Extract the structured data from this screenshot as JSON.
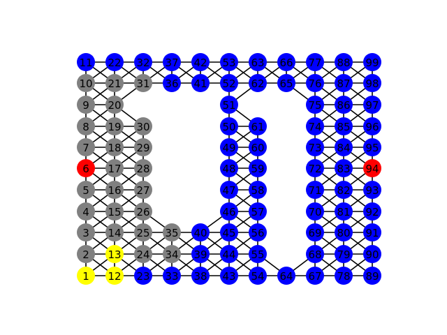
{
  "colors": {
    "blue": "#0000ff",
    "gray": "#808080",
    "red": "#ff0000",
    "yellow": "#ffff00"
  },
  "nodes": [
    {
      "id": "1",
      "color": "yellow"
    },
    {
      "id": "2",
      "color": "gray"
    },
    {
      "id": "3",
      "color": "gray"
    },
    {
      "id": "4",
      "color": "gray"
    },
    {
      "id": "5",
      "color": "gray"
    },
    {
      "id": "6",
      "color": "red"
    },
    {
      "id": "7",
      "color": "gray"
    },
    {
      "id": "8",
      "color": "gray"
    },
    {
      "id": "9",
      "color": "gray"
    },
    {
      "id": "10",
      "color": "gray"
    },
    {
      "id": "11",
      "color": "blue"
    },
    {
      "id": "12",
      "color": "yellow"
    },
    {
      "id": "13",
      "color": "yellow"
    },
    {
      "id": "14",
      "color": "gray"
    },
    {
      "id": "15",
      "color": "gray"
    },
    {
      "id": "16",
      "color": "gray"
    },
    {
      "id": "17",
      "color": "gray"
    },
    {
      "id": "18",
      "color": "gray"
    },
    {
      "id": "19",
      "color": "gray"
    },
    {
      "id": "20",
      "color": "gray"
    },
    {
      "id": "21",
      "color": "gray"
    },
    {
      "id": "22",
      "color": "blue"
    },
    {
      "id": "23",
      "color": "blue"
    },
    {
      "id": "24",
      "color": "gray"
    },
    {
      "id": "25",
      "color": "gray"
    },
    {
      "id": "26",
      "color": "gray"
    },
    {
      "id": "27",
      "color": "gray"
    },
    {
      "id": "28",
      "color": "gray"
    },
    {
      "id": "29",
      "color": "gray"
    },
    {
      "id": "30",
      "color": "gray"
    },
    {
      "id": "31",
      "color": "gray"
    },
    {
      "id": "32",
      "color": "blue"
    },
    {
      "id": "33",
      "color": "blue"
    },
    {
      "id": "34",
      "color": "gray"
    },
    {
      "id": "35",
      "color": "gray"
    },
    {
      "id": "36",
      "color": "blue"
    },
    {
      "id": "37",
      "color": "blue"
    },
    {
      "id": "38",
      "color": "blue"
    },
    {
      "id": "39",
      "color": "blue"
    },
    {
      "id": "40",
      "color": "blue"
    },
    {
      "id": "41",
      "color": "blue"
    },
    {
      "id": "42",
      "color": "blue"
    },
    {
      "id": "43",
      "color": "blue"
    },
    {
      "id": "44",
      "color": "blue"
    },
    {
      "id": "45",
      "color": "blue"
    },
    {
      "id": "46",
      "color": "blue"
    },
    {
      "id": "47",
      "color": "blue"
    },
    {
      "id": "48",
      "color": "blue"
    },
    {
      "id": "49",
      "color": "blue"
    },
    {
      "id": "50",
      "color": "blue"
    },
    {
      "id": "51",
      "color": "blue"
    },
    {
      "id": "52",
      "color": "blue"
    },
    {
      "id": "53",
      "color": "blue"
    },
    {
      "id": "54",
      "color": "blue"
    },
    {
      "id": "55",
      "color": "blue"
    },
    {
      "id": "56",
      "color": "blue"
    },
    {
      "id": "57",
      "color": "blue"
    },
    {
      "id": "58",
      "color": "blue"
    },
    {
      "id": "59",
      "color": "blue"
    },
    {
      "id": "60",
      "color": "blue"
    },
    {
      "id": "61",
      "color": "blue"
    },
    {
      "id": "62",
      "color": "blue"
    },
    {
      "id": "63",
      "color": "blue"
    },
    {
      "id": "64",
      "color": "blue"
    },
    {
      "id": "65",
      "color": "blue"
    },
    {
      "id": "66",
      "color": "blue"
    },
    {
      "id": "67",
      "color": "blue"
    },
    {
      "id": "68",
      "color": "blue"
    },
    {
      "id": "69",
      "color": "blue"
    },
    {
      "id": "70",
      "color": "blue"
    },
    {
      "id": "71",
      "color": "blue"
    },
    {
      "id": "72",
      "color": "blue"
    },
    {
      "id": "73",
      "color": "blue"
    },
    {
      "id": "74",
      "color": "blue"
    },
    {
      "id": "75",
      "color": "blue"
    },
    {
      "id": "76",
      "color": "blue"
    },
    {
      "id": "77",
      "color": "blue"
    },
    {
      "id": "78",
      "color": "blue"
    },
    {
      "id": "79",
      "color": "blue"
    },
    {
      "id": "80",
      "color": "blue"
    },
    {
      "id": "81",
      "color": "blue"
    },
    {
      "id": "82",
      "color": "blue"
    },
    {
      "id": "83",
      "color": "blue"
    },
    {
      "id": "84",
      "color": "blue"
    },
    {
      "id": "85",
      "color": "blue"
    },
    {
      "id": "86",
      "color": "blue"
    },
    {
      "id": "87",
      "color": "blue"
    },
    {
      "id": "88",
      "color": "blue"
    },
    {
      "id": "89",
      "color": "blue"
    },
    {
      "id": "90",
      "color": "blue"
    },
    {
      "id": "91",
      "color": "blue"
    },
    {
      "id": "92",
      "color": "blue"
    },
    {
      "id": "93",
      "color": "blue"
    },
    {
      "id": "94",
      "color": "red"
    },
    {
      "id": "95",
      "color": "blue"
    },
    {
      "id": "96",
      "color": "blue"
    },
    {
      "id": "97",
      "color": "blue"
    },
    {
      "id": "98",
      "color": "blue"
    },
    {
      "id": "99",
      "color": "blue"
    }
  ],
  "edges": [
    [
      "1",
      "2"
    ],
    [
      "2",
      "3"
    ],
    [
      "3",
      "4"
    ],
    [
      "4",
      "5"
    ],
    [
      "5",
      "6"
    ],
    [
      "6",
      "7"
    ],
    [
      "7",
      "8"
    ],
    [
      "8",
      "9"
    ],
    [
      "9",
      "10"
    ],
    [
      "10",
      "11"
    ],
    [
      "12",
      "13"
    ],
    [
      "13",
      "14"
    ],
    [
      "14",
      "15"
    ],
    [
      "15",
      "16"
    ],
    [
      "16",
      "17"
    ],
    [
      "17",
      "18"
    ],
    [
      "18",
      "19"
    ],
    [
      "19",
      "20"
    ],
    [
      "20",
      "21"
    ],
    [
      "21",
      "22"
    ],
    [
      "1",
      "12"
    ],
    [
      "2",
      "13"
    ],
    [
      "3",
      "14"
    ],
    [
      "4",
      "15"
    ],
    [
      "5",
      "16"
    ],
    [
      "6",
      "17"
    ],
    [
      "7",
      "18"
    ],
    [
      "8",
      "19"
    ],
    [
      "9",
      "20"
    ],
    [
      "10",
      "21"
    ],
    [
      "11",
      "22"
    ],
    [
      "1",
      "13"
    ],
    [
      "2",
      "12"
    ],
    [
      "2",
      "14"
    ],
    [
      "3",
      "13"
    ],
    [
      "3",
      "15"
    ],
    [
      "4",
      "14"
    ],
    [
      "4",
      "16"
    ],
    [
      "5",
      "15"
    ],
    [
      "5",
      "17"
    ],
    [
      "6",
      "16"
    ],
    [
      "6",
      "18"
    ],
    [
      "7",
      "17"
    ],
    [
      "7",
      "19"
    ],
    [
      "8",
      "18"
    ],
    [
      "8",
      "20"
    ],
    [
      "9",
      "19"
    ],
    [
      "9",
      "21"
    ],
    [
      "10",
      "20"
    ],
    [
      "10",
      "22"
    ],
    [
      "11",
      "21"
    ],
    [
      "23",
      "24"
    ],
    [
      "24",
      "25"
    ],
    [
      "25",
      "26"
    ],
    [
      "26",
      "27"
    ],
    [
      "27",
      "28"
    ],
    [
      "28",
      "29"
    ],
    [
      "29",
      "30"
    ],
    [
      "31",
      "32"
    ],
    [
      "12",
      "23"
    ],
    [
      "13",
      "24"
    ],
    [
      "14",
      "25"
    ],
    [
      "15",
      "26"
    ],
    [
      "16",
      "27"
    ],
    [
      "17",
      "28"
    ],
    [
      "18",
      "29"
    ],
    [
      "19",
      "30"
    ],
    [
      "21",
      "31"
    ],
    [
      "22",
      "32"
    ],
    [
      "12",
      "24"
    ],
    [
      "13",
      "23"
    ],
    [
      "13",
      "25"
    ],
    [
      "14",
      "24"
    ],
    [
      "14",
      "26"
    ],
    [
      "15",
      "25"
    ],
    [
      "15",
      "27"
    ],
    [
      "16",
      "26"
    ],
    [
      "16",
      "28"
    ],
    [
      "17",
      "27"
    ],
    [
      "17",
      "29"
    ],
    [
      "18",
      "28"
    ],
    [
      "18",
      "30"
    ],
    [
      "19",
      "29"
    ],
    [
      "21",
      "32"
    ],
    [
      "22",
      "31"
    ],
    [
      "20",
      "30"
    ],
    [
      "20",
      "31"
    ],
    [
      "33",
      "34"
    ],
    [
      "34",
      "35"
    ],
    [
      "36",
      "37"
    ],
    [
      "23",
      "33"
    ],
    [
      "24",
      "34"
    ],
    [
      "25",
      "35"
    ],
    [
      "31",
      "36"
    ],
    [
      "32",
      "37"
    ],
    [
      "23",
      "34"
    ],
    [
      "24",
      "33"
    ],
    [
      "24",
      "35"
    ],
    [
      "25",
      "34"
    ],
    [
      "26",
      "35"
    ],
    [
      "31",
      "37"
    ],
    [
      "32",
      "36"
    ],
    [
      "38",
      "39"
    ],
    [
      "39",
      "40"
    ],
    [
      "41",
      "42"
    ],
    [
      "33",
      "38"
    ],
    [
      "34",
      "39"
    ],
    [
      "35",
      "40"
    ],
    [
      "36",
      "41"
    ],
    [
      "37",
      "42"
    ],
    [
      "33",
      "39"
    ],
    [
      "34",
      "38"
    ],
    [
      "34",
      "40"
    ],
    [
      "35",
      "39"
    ],
    [
      "36",
      "42"
    ],
    [
      "37",
      "41"
    ],
    [
      "43",
      "44"
    ],
    [
      "44",
      "45"
    ],
    [
      "45",
      "46"
    ],
    [
      "46",
      "47"
    ],
    [
      "47",
      "48"
    ],
    [
      "48",
      "49"
    ],
    [
      "49",
      "50"
    ],
    [
      "50",
      "51"
    ],
    [
      "52",
      "53"
    ],
    [
      "38",
      "43"
    ],
    [
      "39",
      "44"
    ],
    [
      "40",
      "45"
    ],
    [
      "41",
      "52"
    ],
    [
      "42",
      "53"
    ],
    [
      "38",
      "44"
    ],
    [
      "39",
      "43"
    ],
    [
      "39",
      "45"
    ],
    [
      "40",
      "44"
    ],
    [
      "40",
      "46"
    ],
    [
      "41",
      "53"
    ],
    [
      "42",
      "52"
    ],
    [
      "51",
      "52"
    ],
    [
      "54",
      "55"
    ],
    [
      "55",
      "56"
    ],
    [
      "56",
      "57"
    ],
    [
      "57",
      "58"
    ],
    [
      "58",
      "59"
    ],
    [
      "59",
      "60"
    ],
    [
      "60",
      "61"
    ],
    [
      "62",
      "63"
    ],
    [
      "43",
      "54"
    ],
    [
      "44",
      "55"
    ],
    [
      "45",
      "56"
    ],
    [
      "46",
      "57"
    ],
    [
      "47",
      "58"
    ],
    [
      "48",
      "59"
    ],
    [
      "49",
      "60"
    ],
    [
      "50",
      "61"
    ],
    [
      "52",
      "62"
    ],
    [
      "53",
      "63"
    ],
    [
      "43",
      "55"
    ],
    [
      "44",
      "54"
    ],
    [
      "44",
      "56"
    ],
    [
      "45",
      "55"
    ],
    [
      "45",
      "57"
    ],
    [
      "46",
      "56"
    ],
    [
      "46",
      "58"
    ],
    [
      "47",
      "57"
    ],
    [
      "47",
      "59"
    ],
    [
      "48",
      "58"
    ],
    [
      "48",
      "60"
    ],
    [
      "49",
      "59"
    ],
    [
      "49",
      "61"
    ],
    [
      "50",
      "60"
    ],
    [
      "51",
      "61"
    ],
    [
      "52",
      "63"
    ],
    [
      "53",
      "62"
    ],
    [
      "51",
      "62"
    ],
    [
      "54",
      "64"
    ],
    [
      "64",
      "67"
    ],
    [
      "62",
      "65"
    ],
    [
      "63",
      "66"
    ],
    [
      "65",
      "66"
    ],
    [
      "62",
      "66"
    ],
    [
      "63",
      "65"
    ],
    [
      "55",
      "64"
    ],
    [
      "67",
      "68"
    ],
    [
      "68",
      "69"
    ],
    [
      "69",
      "70"
    ],
    [
      "70",
      "71"
    ],
    [
      "71",
      "72"
    ],
    [
      "72",
      "73"
    ],
    [
      "73",
      "74"
    ],
    [
      "74",
      "75"
    ],
    [
      "75",
      "76"
    ],
    [
      "76",
      "77"
    ],
    [
      "64",
      "68"
    ],
    [
      "65",
      "76"
    ],
    [
      "66",
      "77"
    ],
    [
      "65",
      "75"
    ],
    [
      "66",
      "76"
    ],
    [
      "65",
      "77"
    ],
    [
      "78",
      "79"
    ],
    [
      "79",
      "80"
    ],
    [
      "80",
      "81"
    ],
    [
      "81",
      "82"
    ],
    [
      "82",
      "83"
    ],
    [
      "83",
      "84"
    ],
    [
      "84",
      "85"
    ],
    [
      "85",
      "86"
    ],
    [
      "86",
      "87"
    ],
    [
      "87",
      "88"
    ],
    [
      "67",
      "78"
    ],
    [
      "68",
      "79"
    ],
    [
      "69",
      "80"
    ],
    [
      "70",
      "81"
    ],
    [
      "71",
      "82"
    ],
    [
      "72",
      "83"
    ],
    [
      "73",
      "84"
    ],
    [
      "74",
      "85"
    ],
    [
      "75",
      "86"
    ],
    [
      "76",
      "87"
    ],
    [
      "77",
      "88"
    ],
    [
      "67",
      "79"
    ],
    [
      "68",
      "78"
    ],
    [
      "68",
      "80"
    ],
    [
      "69",
      "79"
    ],
    [
      "69",
      "81"
    ],
    [
      "70",
      "80"
    ],
    [
      "70",
      "82"
    ],
    [
      "71",
      "81"
    ],
    [
      "71",
      "83"
    ],
    [
      "72",
      "82"
    ],
    [
      "72",
      "84"
    ],
    [
      "73",
      "83"
    ],
    [
      "73",
      "85"
    ],
    [
      "74",
      "84"
    ],
    [
      "74",
      "86"
    ],
    [
      "75",
      "85"
    ],
    [
      "75",
      "87"
    ],
    [
      "76",
      "86"
    ],
    [
      "76",
      "88"
    ],
    [
      "77",
      "87"
    ],
    [
      "89",
      "90"
    ],
    [
      "90",
      "91"
    ],
    [
      "91",
      "92"
    ],
    [
      "92",
      "93"
    ],
    [
      "93",
      "94"
    ],
    [
      "94",
      "95"
    ],
    [
      "95",
      "96"
    ],
    [
      "96",
      "97"
    ],
    [
      "97",
      "98"
    ],
    [
      "98",
      "99"
    ],
    [
      "78",
      "89"
    ],
    [
      "79",
      "90"
    ],
    [
      "80",
      "91"
    ],
    [
      "81",
      "92"
    ],
    [
      "82",
      "93"
    ],
    [
      "83",
      "94"
    ],
    [
      "84",
      "95"
    ],
    [
      "85",
      "96"
    ],
    [
      "86",
      "97"
    ],
    [
      "87",
      "98"
    ],
    [
      "88",
      "99"
    ],
    [
      "78",
      "90"
    ],
    [
      "79",
      "89"
    ],
    [
      "79",
      "91"
    ],
    [
      "80",
      "90"
    ],
    [
      "80",
      "92"
    ],
    [
      "81",
      "91"
    ],
    [
      "81",
      "93"
    ],
    [
      "82",
      "92"
    ],
    [
      "82",
      "94"
    ],
    [
      "83",
      "93"
    ],
    [
      "83",
      "95"
    ],
    [
      "84",
      "94"
    ],
    [
      "84",
      "96"
    ],
    [
      "85",
      "95"
    ],
    [
      "85",
      "97"
    ],
    [
      "86",
      "96"
    ],
    [
      "86",
      "98"
    ],
    [
      "87",
      "97"
    ],
    [
      "87",
      "99"
    ],
    [
      "88",
      "98"
    ]
  ]
}
